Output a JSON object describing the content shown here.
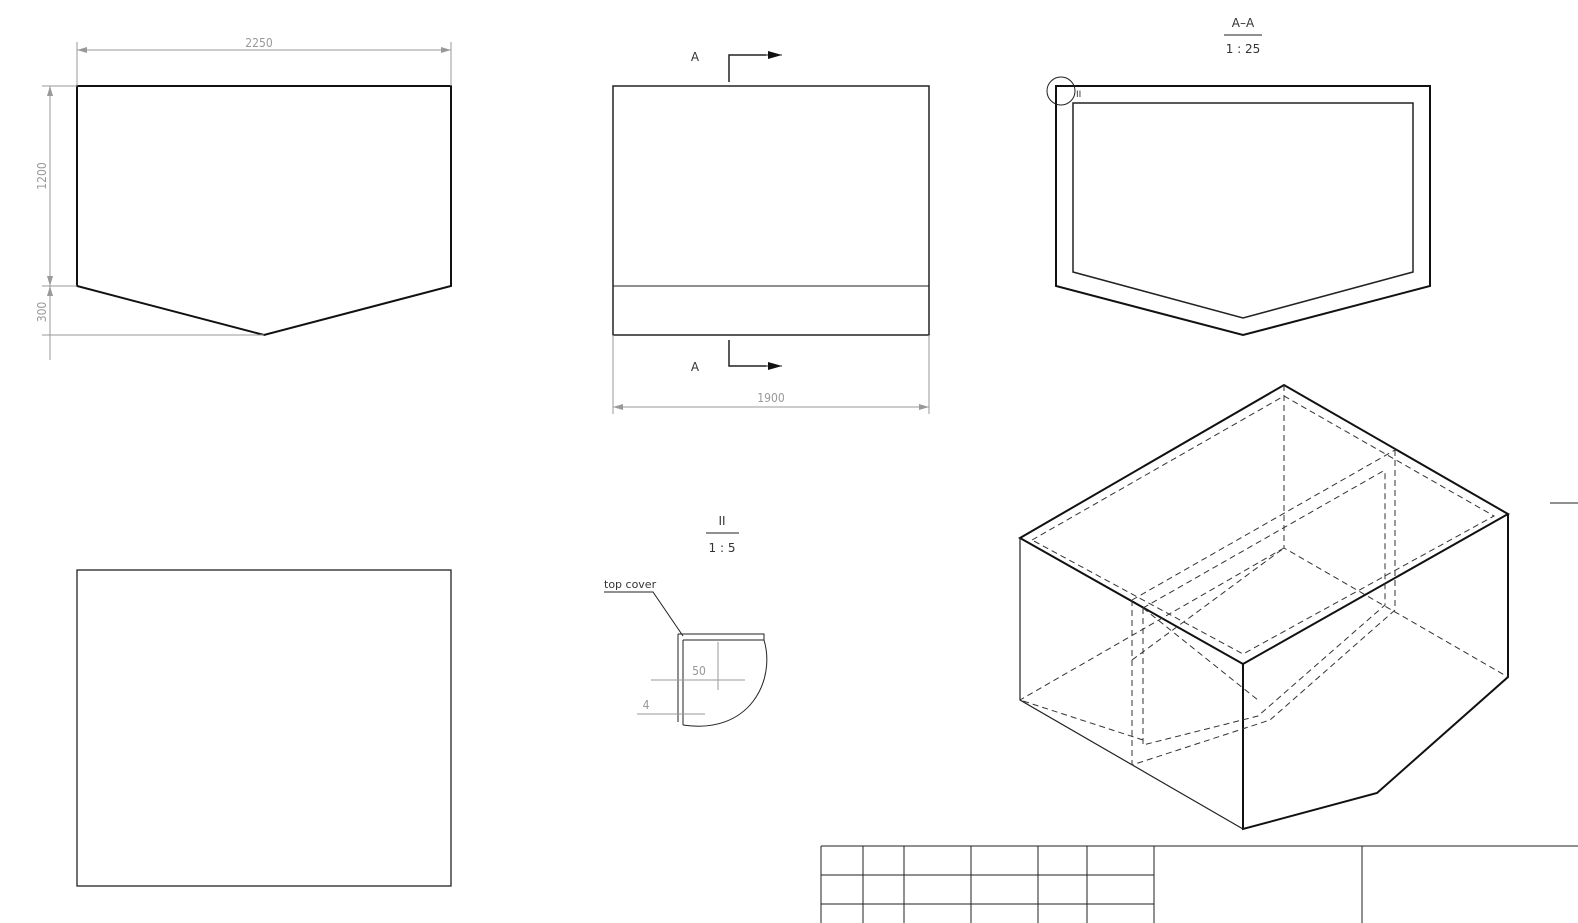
{
  "front_view": {
    "width_dim": "2250",
    "height_dim": "1200",
    "point_dim": "300"
  },
  "side_view": {
    "section_label_top": "A",
    "section_label_bottom": "A",
    "width_dim": "1900"
  },
  "section_view": {
    "title": "A–A",
    "scale": "1 : 25",
    "detail_marker": "II"
  },
  "detail_view": {
    "title": "II",
    "scale": "1 : 5",
    "callout": "top cover",
    "dim_flange": "50",
    "dim_thickness": "4"
  },
  "colors": {
    "line": "#111111",
    "dimension": "#999999"
  }
}
